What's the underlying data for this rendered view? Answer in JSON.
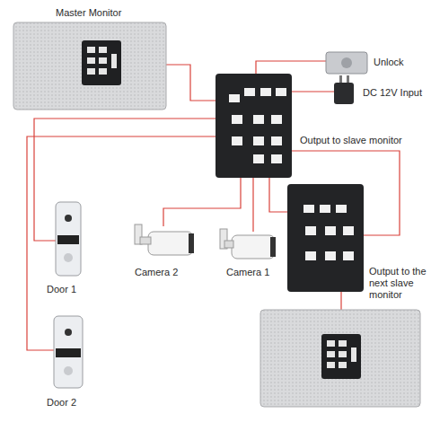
{
  "diagram": {
    "nodes": [
      {
        "text": [
          "Master Monitor"
        ]
      },
      {
        "text": [
          "Unlock"
        ]
      },
      {
        "text": [
          "DC 12V Input"
        ]
      },
      {
        "text": [
          "Camera 2"
        ]
      },
      {
        "text": [
          "Camera 1"
        ]
      },
      {
        "text": [
          "Door 1"
        ]
      },
      {
        "text": [
          "Door 2"
        ]
      }
    ],
    "labels": [
      "Output to slave monitor",
      "Output to the next slave monitor"
    ]
  }
}
